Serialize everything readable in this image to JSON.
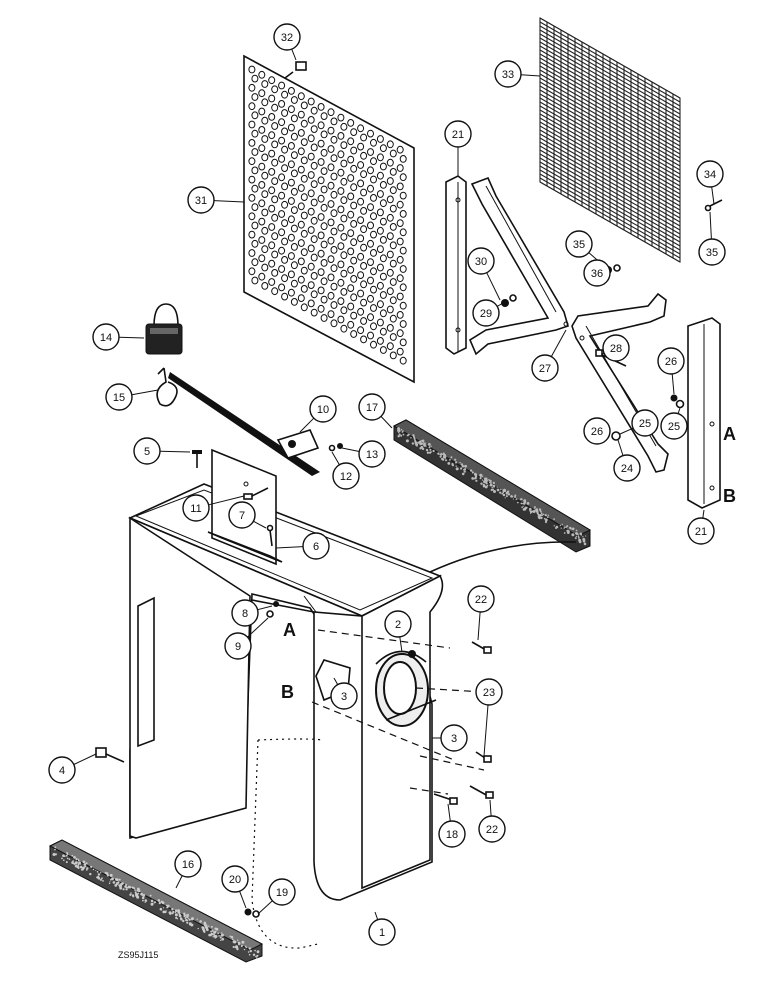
{
  "diagram": {
    "reference_code": "ZS95J115",
    "point_labels": [
      "A",
      "B"
    ],
    "callouts": [
      "1",
      "2",
      "3",
      "3",
      "4",
      "5",
      "6",
      "7",
      "8",
      "9",
      "10",
      "11",
      "12",
      "13",
      "14",
      "15",
      "16",
      "17",
      "19",
      "18",
      "20",
      "21",
      "21",
      "22",
      "22",
      "23",
      "24",
      "25",
      "25",
      "26",
      "26",
      "27",
      "28",
      "29",
      "30",
      "31",
      "32",
      "33",
      "34",
      "35",
      "35",
      "36"
    ]
  }
}
